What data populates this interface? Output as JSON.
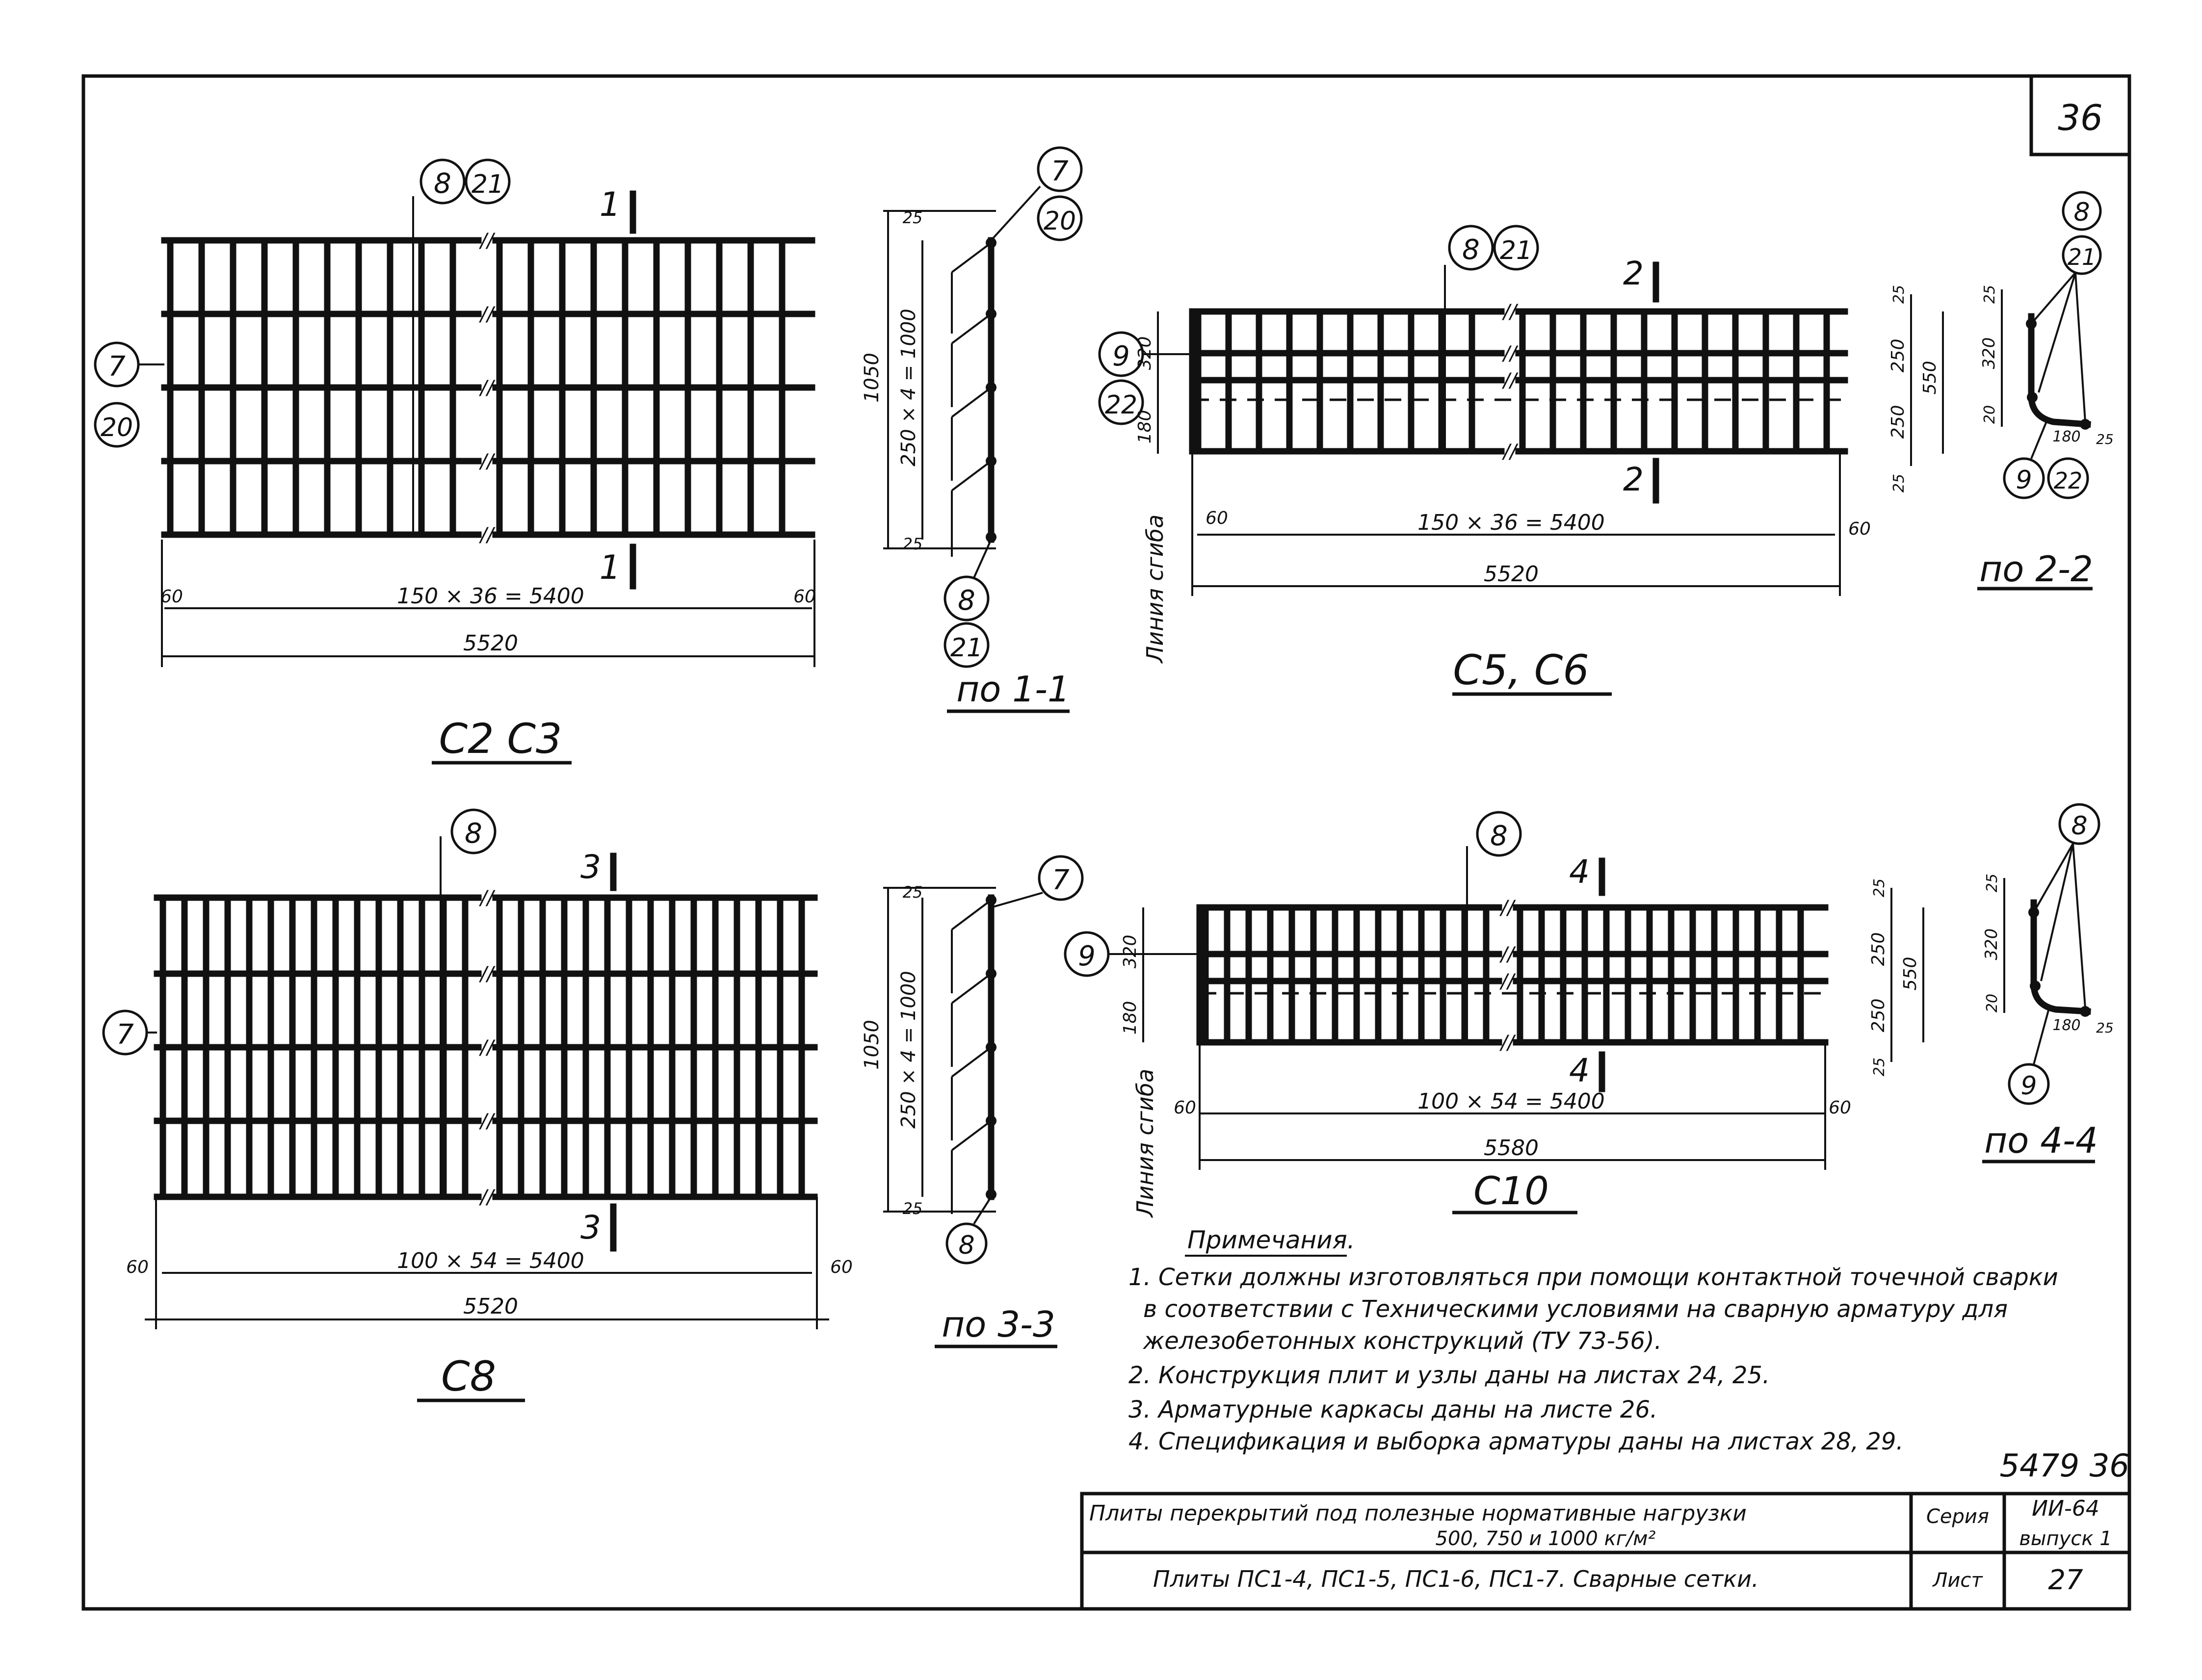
{
  "sheet": {
    "corner_number": "36",
    "views": {
      "c2c3": {
        "title": "С2 С3",
        "marks_top": [
          "8",
          "21"
        ],
        "marks_left": [
          "7",
          "20"
        ],
        "section": "1",
        "dim_inner": "150 × 36 = 5400",
        "dim_outer": "5520",
        "dim_end": "60"
      },
      "s11": {
        "title": "по 1-1",
        "marks_top": [
          "7",
          "20"
        ],
        "marks_bottom": [
          "8",
          "21"
        ],
        "dim_span": "250 × 4 = 1000",
        "dim_total": "1050",
        "dim_end": "25"
      },
      "c5c6": {
        "title": "С5, С6",
        "marks_top": [
          "8",
          "21"
        ],
        "marks_left": [
          "9",
          "22"
        ],
        "section": "2",
        "dim_inner": "150 × 36 = 5400",
        "dim_outer": "5520",
        "dim_end": "60",
        "dim_left_top": "320",
        "dim_left_bottom": "180",
        "dim_right_top": "250",
        "dim_right_bottom": "250",
        "dim_right_total": "550",
        "dim_right_end": "25",
        "slab_line": "Линия сгиба"
      },
      "s22": {
        "title": "по 2-2",
        "marks_top": [
          "8",
          "21"
        ],
        "marks_bottom": [
          "9",
          "22"
        ],
        "dim_top": "25",
        "dim_mid": "320",
        "dim_low": "20",
        "dim_base": "180",
        "dim_end": "25"
      },
      "c8": {
        "title": "С8",
        "marks_top": [
          "8"
        ],
        "marks_left": [
          "7"
        ],
        "section": "3",
        "dim_inner": "100 × 54 = 5400",
        "dim_outer": "5520",
        "dim_end": "60"
      },
      "s33": {
        "title": "по 3-3",
        "marks_top": [
          "7"
        ],
        "marks_bottom": [
          "8"
        ],
        "dim_span": "250 × 4 = 1000",
        "dim_total": "1050",
        "dim_end": "25"
      },
      "c10": {
        "title": "С10",
        "marks_top": [
          "8"
        ],
        "marks_left": [
          "9"
        ],
        "section": "4",
        "dim_inner": "100 × 54 = 5400",
        "dim_outer": "5580",
        "dim_end": "60",
        "dim_left_top": "320",
        "dim_left_bottom": "180",
        "dim_right_top": "250",
        "dim_right_bottom": "250",
        "dim_right_total": "550",
        "dim_right_end": "25",
        "slab_line": "Линия сгиба"
      },
      "s44": {
        "title": "по 4-4",
        "marks_top": [
          "8"
        ],
        "marks_bottom": [
          "9"
        ],
        "dim_top": "25",
        "dim_mid": "320",
        "dim_low": "20",
        "dim_base": "180",
        "dim_end": "25"
      }
    },
    "notes": {
      "heading": "Примечания.",
      "items": [
        "1. Сетки должны изготовляться при помощи контактной точечной сварки",
        "в соответствии с Техническими условиями на сварную арматуру для",
        "железобетонных конструкций (ТУ 73-56).",
        "2. Конструкция плит и узлы даны на листах 24, 25.",
        "3. Арматурные каркасы даны на листе 26.",
        "4. Спецификация и выборка арматуры даны на листах 28, 29."
      ]
    },
    "archive_number": "5479 36",
    "title_block": {
      "line1": "Плиты перекрытий под полезные нормативные нагрузки",
      "line2": "500, 750 и 1000 кг/м²",
      "line3": "Плиты ПС1-4, ПС1-5, ПС1-6, ПС1-7. Сварные сетки.",
      "seria_label": "Серия",
      "seria_value": "ИИ-64",
      "vypusk": "выпуск 1",
      "list_label": "Лист",
      "list_value": "27"
    }
  }
}
